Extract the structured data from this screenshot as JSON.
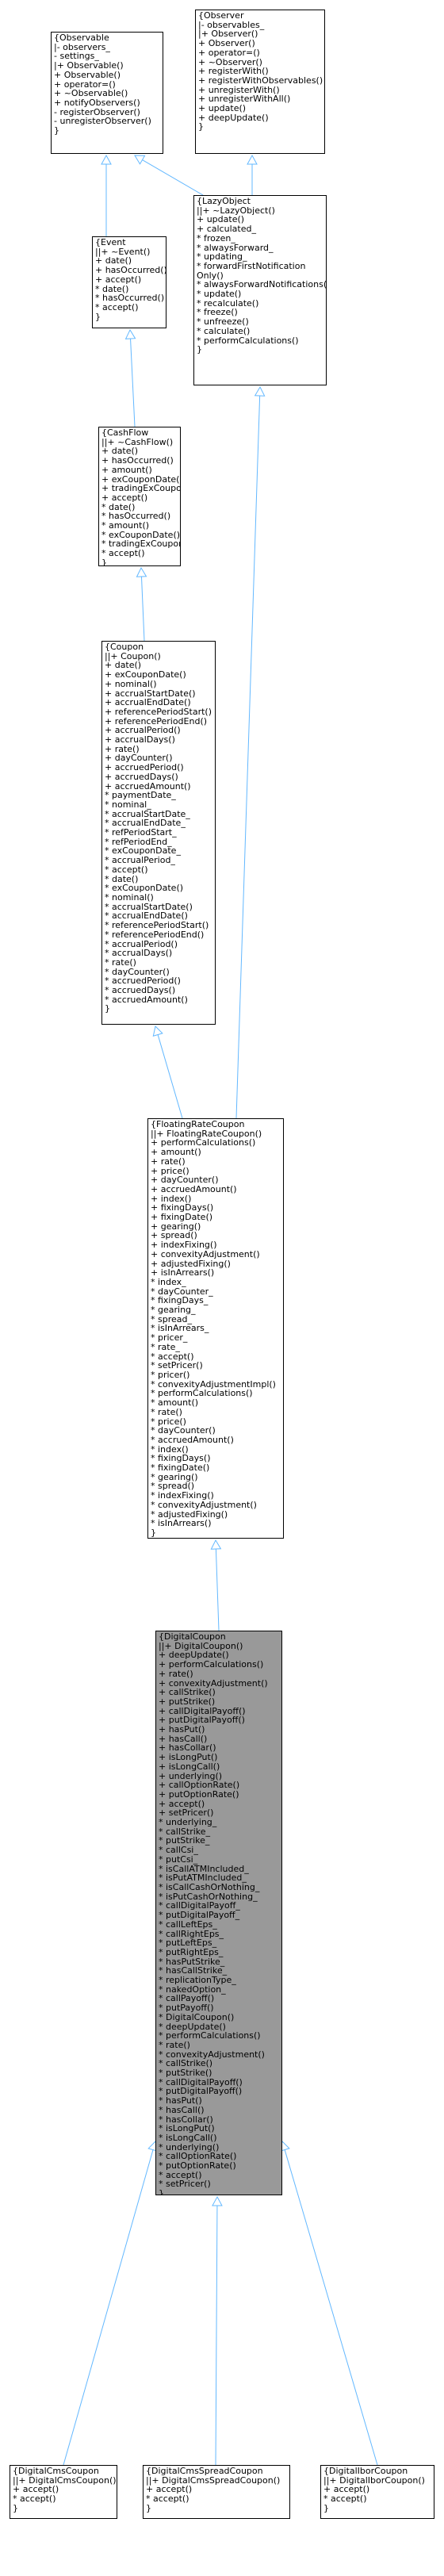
{
  "nodes": {
    "observable": {
      "title": "{Observable",
      "lines": [
        "|- observers_",
        "- settings_",
        "|+ Observable()",
        "+ Observable()",
        "+ operator=()",
        "+ ~Observable()",
        "+ notifyObservers()",
        "- registerObserver()",
        "- unregisterObserver()",
        "}"
      ]
    },
    "observer": {
      "title": "{Observer",
      "lines": [
        "|- observables_",
        "|+ Observer()",
        "+ Observer()",
        "+ operator=()",
        "+ ~Observer()",
        "+ registerWith()",
        "+ registerWithObservables()",
        "+ unregisterWith()",
        "+ unregisterWithAll()",
        "+ update()",
        "+ deepUpdate()",
        "}"
      ]
    },
    "event": {
      "title": "{Event",
      "lines": [
        "||+ ~Event()",
        "+ date()",
        "+ hasOccurred()",
        "+ accept()",
        "* date()",
        "* hasOccurred()",
        "* accept()",
        "}"
      ]
    },
    "lazyobject": {
      "title": "{LazyObject",
      "lines": [
        "||+ ~LazyObject()",
        "+ update()",
        "+ calculated_",
        "* frozen_",
        "* alwaysForward_",
        "* updating_",
        "* forwardFirstNotification",
        "Only()",
        "* alwaysForwardNotifications()",
        "* update()",
        "* recalculate()",
        "* freeze()",
        "* unfreeze()",
        "* calculate()",
        "* performCalculations()",
        "}"
      ]
    },
    "cashflow": {
      "title": "{CashFlow",
      "lines": [
        "||+ ~CashFlow()",
        "+ date()",
        "+ hasOccurred()",
        "+ amount()",
        "+ exCouponDate()",
        "+ tradingExCoupon()",
        "+ accept()",
        "* date()",
        "* hasOccurred()",
        "* amount()",
        "* exCouponDate()",
        "* tradingExCoupon()",
        "* accept()",
        "}"
      ]
    },
    "coupon": {
      "title": "{Coupon",
      "lines": [
        "||+ Coupon()",
        "+ date()",
        "+ exCouponDate()",
        "+ nominal()",
        "+ accrualStartDate()",
        "+ accrualEndDate()",
        "+ referencePeriodStart()",
        "+ referencePeriodEnd()",
        "+ accrualPeriod()",
        "+ accrualDays()",
        "+ rate()",
        "+ dayCounter()",
        "+ accruedPeriod()",
        "+ accruedDays()",
        "+ accruedAmount()",
        "* paymentDate_",
        "* nominal_",
        "* accrualStartDate_",
        "* accrualEndDate_",
        "* refPeriodStart_",
        "* refPeriodEnd_",
        "* exCouponDate_",
        "* accrualPeriod_",
        "* accept()",
        "* date()",
        "* exCouponDate()",
        "* nominal()",
        "* accrualStartDate()",
        "* accrualEndDate()",
        "* referencePeriodStart()",
        "* referencePeriodEnd()",
        "* accrualPeriod()",
        "* accrualDays()",
        "* rate()",
        "* dayCounter()",
        "* accruedPeriod()",
        "* accruedDays()",
        "* accruedAmount()",
        "}"
      ]
    },
    "floatingratecoupon": {
      "title": "{FloatingRateCoupon",
      "lines": [
        "||+ FloatingRateCoupon()",
        "+ performCalculations()",
        "+ amount()",
        "+ rate()",
        "+ price()",
        "+ dayCounter()",
        "+ accruedAmount()",
        "+ index()",
        "+ fixingDays()",
        "+ fixingDate()",
        "+ gearing()",
        "+ spread()",
        "+ indexFixing()",
        "+ convexityAdjustment()",
        "+ adjustedFixing()",
        "+ isInArrears()",
        "* index_",
        "* dayCounter_",
        "* fixingDays_",
        "* gearing_",
        "* spread_",
        "* isInArrears_",
        "* pricer_",
        "* rate_",
        "* accept()",
        "* setPricer()",
        "* pricer()",
        "* convexityAdjustmentImpl()",
        "* performCalculations()",
        "* amount()",
        "* rate()",
        "* price()",
        "* dayCounter()",
        "* accruedAmount()",
        "* index()",
        "* fixingDays()",
        "* fixingDate()",
        "* gearing()",
        "* spread()",
        "* indexFixing()",
        "* convexityAdjustment()",
        "* adjustedFixing()",
        "* isInArrears()",
        "}"
      ]
    },
    "digitalcoupon": {
      "title": "{DigitalCoupon",
      "lines": [
        "||+ DigitalCoupon()",
        "+ deepUpdate()",
        "+ performCalculations()",
        "+ rate()",
        "+ convexityAdjustment()",
        "+ callStrike()",
        "+ putStrike()",
        "+ callDigitalPayoff()",
        "+ putDigitalPayoff()",
        "+ hasPut()",
        "+ hasCall()",
        "+ hasCollar()",
        "+ isLongPut()",
        "+ isLongCall()",
        "+ underlying()",
        "+ callOptionRate()",
        "+ putOptionRate()",
        "+ accept()",
        "+ setPricer()",
        "* underlying_",
        "* callStrike_",
        "* putStrike_",
        "* callCsi_",
        "* putCsi_",
        "* isCallATMIncluded_",
        "* isPutATMIncluded_",
        "* isCallCashOrNothing_",
        "* isPutCashOrNothing_",
        "* callDigitalPayoff_",
        "* putDigitalPayoff_",
        "* callLeftEps_",
        "* callRightEps_",
        "* putLeftEps_",
        "* putRightEps_",
        "* hasPutStrike_",
        "* hasCallStrike_",
        "* replicationType_",
        "* nakedOption_",
        "* callPayoff()",
        "* putPayoff()",
        "* DigitalCoupon()",
        "* deepUpdate()",
        "* performCalculations()",
        "* rate()",
        "* convexityAdjustment()",
        "* callStrike()",
        "* putStrike()",
        "* callDigitalPayoff()",
        "* putDigitalPayoff()",
        "* hasPut()",
        "* hasCall()",
        "* hasCollar()",
        "* isLongPut()",
        "* isLongCall()",
        "* underlying()",
        "* callOptionRate()",
        "* putOptionRate()",
        "* accept()",
        "* setPricer()",
        "}"
      ]
    },
    "digitalcmscoupon": {
      "title": "{DigitalCmsCoupon",
      "lines": [
        "||+ DigitalCmsCoupon()",
        "+ accept()",
        "* accept()",
        "}"
      ]
    },
    "digitalcmsspreadcoupon": {
      "title": "{DigitalCmsSpreadCoupon",
      "lines": [
        "||+ DigitalCmsSpreadCoupon()",
        "+ accept()",
        "* accept()",
        "}"
      ]
    },
    "digitaliborcoupon": {
      "title": "{DigitalIborCoupon",
      "lines": [
        "||+ DigitalIborCoupon()",
        "+ accept()",
        "* accept()",
        "}"
      ]
    }
  },
  "edges": [
    {
      "from": "event",
      "to": "observable",
      "type": "inheritance"
    },
    {
      "from": "lazyobject",
      "to": "observable",
      "type": "inheritance"
    },
    {
      "from": "lazyobject",
      "to": "observer",
      "type": "inheritance"
    },
    {
      "from": "cashflow",
      "to": "event",
      "type": "inheritance"
    },
    {
      "from": "coupon",
      "to": "cashflow",
      "type": "inheritance"
    },
    {
      "from": "floatingratecoupon",
      "to": "coupon",
      "type": "inheritance"
    },
    {
      "from": "floatingratecoupon",
      "to": "lazyobject",
      "type": "inheritance"
    },
    {
      "from": "digitalcoupon",
      "to": "floatingratecoupon",
      "type": "inheritance"
    },
    {
      "from": "digitalcmscoupon",
      "to": "digitalcoupon",
      "type": "inheritance"
    },
    {
      "from": "digitalcmsspreadcoupon",
      "to": "digitalcoupon",
      "type": "inheritance"
    },
    {
      "from": "digitaliborcoupon",
      "to": "digitalcoupon",
      "type": "inheritance"
    }
  ],
  "colors": {
    "edge": "#63b8ff",
    "focus_fill": "#999999",
    "node_fill": "#ffffff",
    "border": "#000000"
  }
}
